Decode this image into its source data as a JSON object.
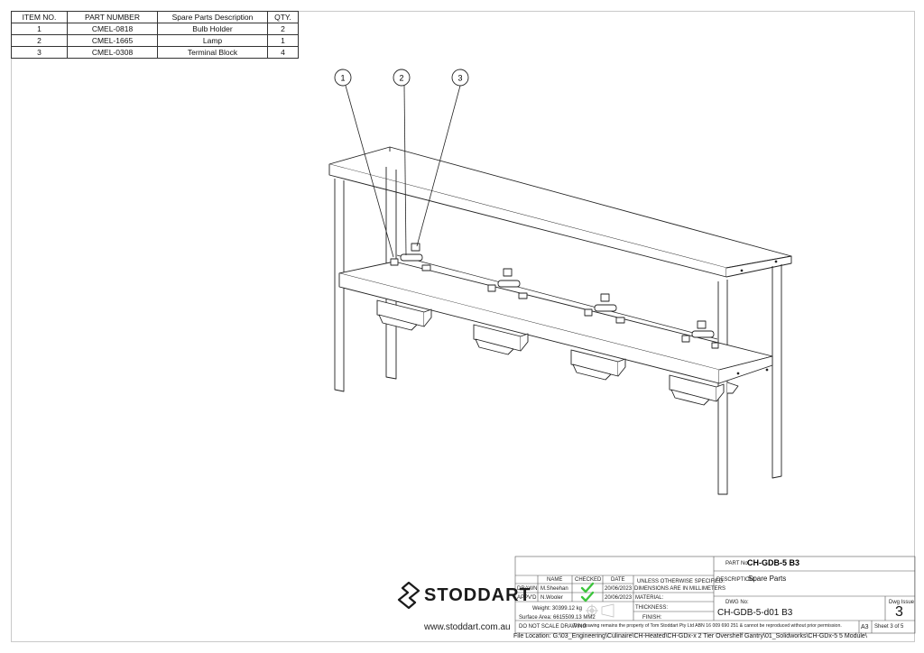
{
  "bom": {
    "headers": [
      "ITEM NO.",
      "PART NUMBER",
      "Spare Parts Description",
      "QTY."
    ],
    "rows": [
      [
        "1",
        "CMEL-0818",
        "Bulb Holder",
        "2"
      ],
      [
        "2",
        "CMEL-1665",
        "Lamp",
        "1"
      ],
      [
        "3",
        "CMEL-0308",
        "Terminal Block",
        "4"
      ]
    ]
  },
  "callouts": [
    "1",
    "2",
    "3"
  ],
  "logo": {
    "name": "STODDART",
    "website": "www.stoddart.com.au"
  },
  "titleblock": {
    "name_label": "NAME",
    "checked_label": "CHECKED",
    "date_label": "DATE",
    "drawn_label": "DRAWN",
    "drawn_name": "M.Sheehan",
    "drawn_date": "20/06/2023",
    "appvd_label": "APPV'D",
    "appvd_name": "N.Wooler",
    "appvd_date": "20/06/2023",
    "weight": "Weight: 30399.12 kg",
    "surface_area": "Surface Area: 6615509.13 MM2",
    "unless_note": "UNLESS OTHERWISE SPECIFIED:",
    "dims_note": "DIMENSIONS ARE IN MILLIMETERS",
    "material_label": "MATERIAL:",
    "thickness_label": "THICKNESS:",
    "finish_label": "FINISH:",
    "part_no_label": "PART No:",
    "part_no": "CH-GDB-5 B3",
    "description_label": "DESCRIPTION:",
    "description": "Spare Parts",
    "dwg_no_label": "DWG No:",
    "dwg_no": "CH-GDB-5-d01 B3",
    "dwg_issue_label": "Dwg Issue",
    "dwg_issue": "3",
    "do_not_scale": "DO NOT SCALE DRAWING",
    "property_note": "This drawing remains the property of Tom Stoddart Pty Ltd ABN 16 009 690 251 & cannot be reproduced without prior permission.",
    "size": "A3",
    "sheet": "Sheet 3 of 5"
  },
  "footer": "File Location: G:\\03_Engineering\\Culinaire\\CH-Heated\\CH-GDx-x 2 Tier Overshelf Gantry\\01_Solidworks\\CH-GDx-5 5 Module\\"
}
